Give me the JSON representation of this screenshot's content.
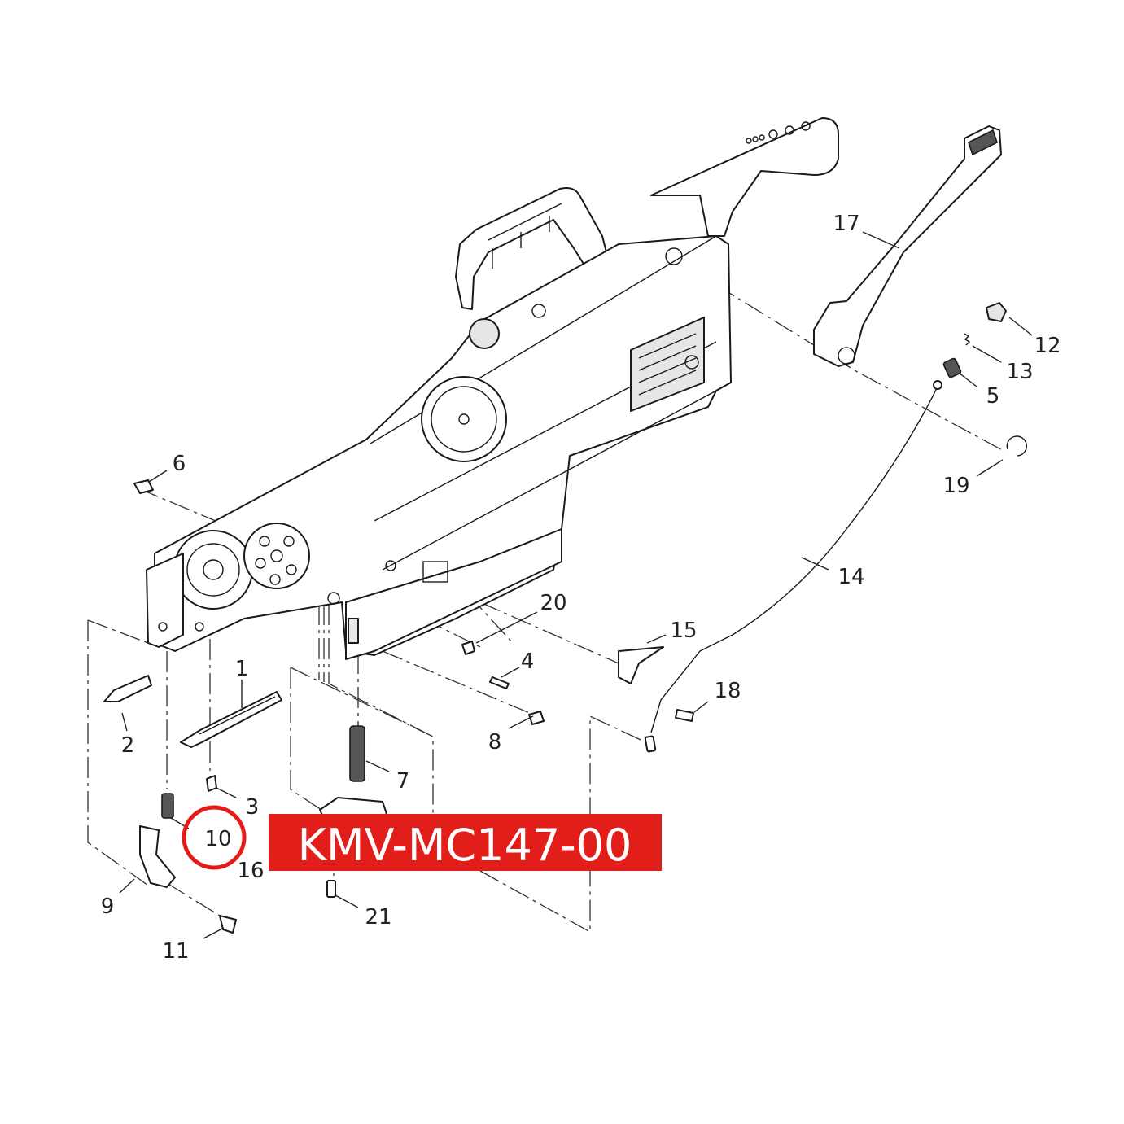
{
  "diagram": {
    "callouts": [
      {
        "id": "1",
        "text": "1"
      },
      {
        "id": "2",
        "text": "2"
      },
      {
        "id": "3",
        "text": "3"
      },
      {
        "id": "4",
        "text": "4"
      },
      {
        "id": "5",
        "text": "5"
      },
      {
        "id": "6",
        "text": "6"
      },
      {
        "id": "7",
        "text": "7"
      },
      {
        "id": "8",
        "text": "8"
      },
      {
        "id": "9",
        "text": "9"
      },
      {
        "id": "10",
        "text": "10"
      },
      {
        "id": "11",
        "text": "11"
      },
      {
        "id": "12",
        "text": "12"
      },
      {
        "id": "13",
        "text": "13"
      },
      {
        "id": "14",
        "text": "14"
      },
      {
        "id": "15",
        "text": "15"
      },
      {
        "id": "16",
        "text": "16"
      },
      {
        "id": "17",
        "text": "17"
      },
      {
        "id": "18",
        "text": "18"
      },
      {
        "id": "19",
        "text": "19"
      },
      {
        "id": "20",
        "text": "20"
      },
      {
        "id": "21",
        "text": "21"
      }
    ],
    "highlighted_callout": "10",
    "part_code": "KMV-MC147-00",
    "colors": {
      "highlight": "#e41b17",
      "banner": "#e11e19",
      "banner_text": "#ffffff",
      "line": "#1a1a1a"
    }
  }
}
